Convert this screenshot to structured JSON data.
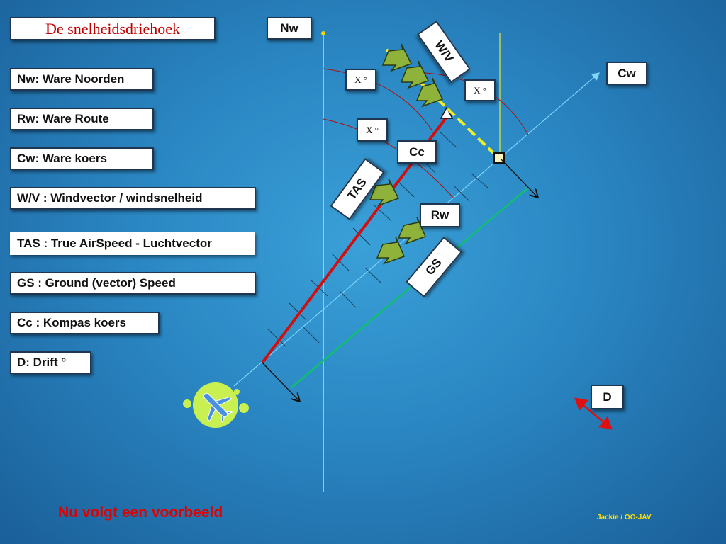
{
  "title": "De snelheidsdriehoek",
  "legend": [
    "Nw: Ware Noorden",
    "Rw: Ware Route",
    "Cw: Ware koers",
    "W/V : Windvector / windsnelheid",
    "TAS : True AirSpeed - Luchtvector",
    "GS : Ground (vector) Speed",
    "Cc :  Kompas koers",
    "D: Drift °"
  ],
  "labels": {
    "nw": "Nw",
    "cw": "Cw",
    "wv": "W/V",
    "cc": "Cc",
    "tas": "TAS",
    "rw": "Rw",
    "gs": "GS",
    "d": "D",
    "x1": "X °",
    "x2": "X °",
    "x3": "X °"
  },
  "footer": "Nu volgt een voorbeeld",
  "author": "Jackie /  OO-JAV",
  "colors": {
    "north_line": "#e8e830",
    "tas_line": "#d01010",
    "gs_line": "#10c070",
    "cw_line": "#7fd6ff",
    "wind_line": "#f0f020",
    "arrow_fill": "#8fb23a",
    "title_text": "#c00000",
    "footer_text": "#e00000",
    "author_text": "#ffe000",
    "drift_arrow": "#e01010"
  },
  "icons": [
    "airplane-icon",
    "wind-arrow-icon",
    "drift-arrow-icon",
    "course-arrow-icon"
  ]
}
